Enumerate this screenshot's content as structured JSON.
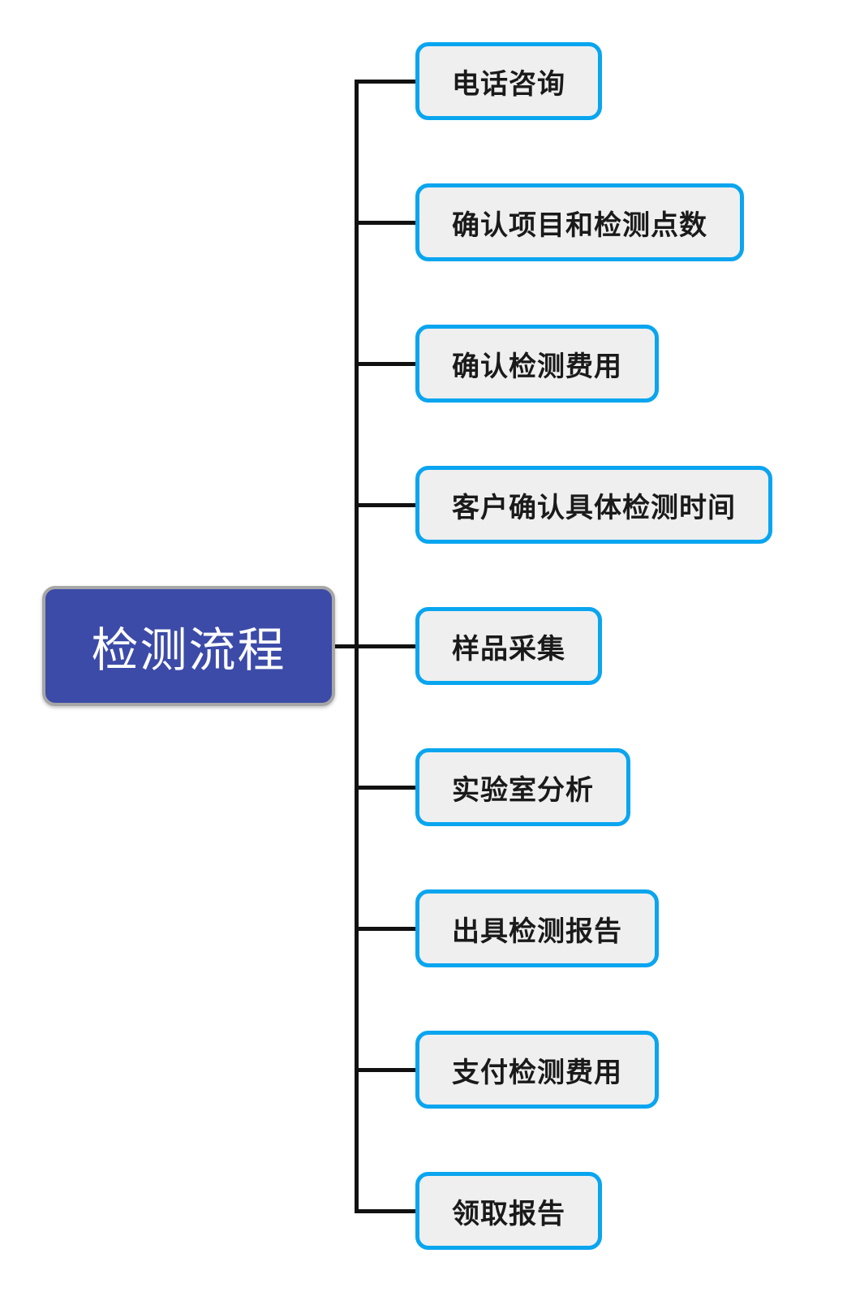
{
  "diagram": {
    "type": "mindmap",
    "root": {
      "label": "检测流程"
    },
    "children": [
      {
        "label": "电话咨询"
      },
      {
        "label": "确认项目和检测点数"
      },
      {
        "label": "确认检测费用"
      },
      {
        "label": "客户确认具体检测时间"
      },
      {
        "label": "样品采集"
      },
      {
        "label": "实验室分析"
      },
      {
        "label": "出具检测报告"
      },
      {
        "label": "支付检测费用"
      },
      {
        "label": "领取报告"
      }
    ],
    "colors": {
      "background": "#FFFFFF",
      "root_fill": "#3C4BA8",
      "root_border": "#A6A6A6",
      "root_text": "#FFFFFF",
      "child_fill": "#EFEFEF",
      "child_border": "#0AA5EF",
      "child_text": "#1A1A1A",
      "connector": "#111111"
    }
  }
}
